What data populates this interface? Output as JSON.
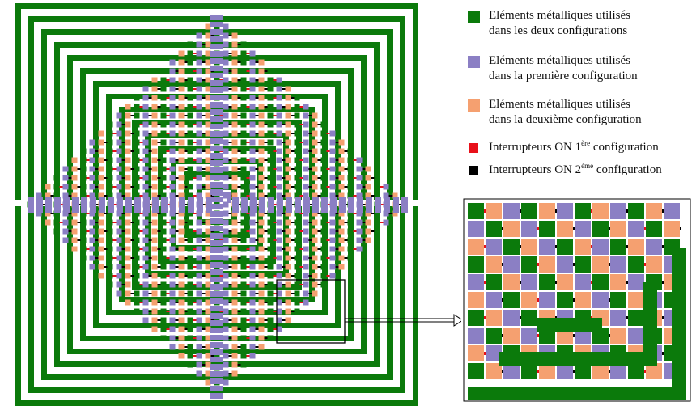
{
  "colors": {
    "both": "#0b7a0b",
    "first": "#8b7fc4",
    "second": "#f5a070",
    "switch_on_first": "#e8101a",
    "switch_on_second": "#000000",
    "background": "#ffffff"
  },
  "legend": [
    {
      "swatch": "both",
      "line1": "Eléments métalliques utilisés",
      "line2": "dans les deux configurations"
    },
    {
      "swatch": "first",
      "line1": "Eléments métalliques utilisés",
      "line2": "dans la première configuration"
    },
    {
      "swatch": "second",
      "line1": "Eléments métalliques utilisés",
      "line2": "dans la deuxième configuration"
    },
    {
      "swatch": "switch_on_first",
      "prefix": "Interrupteurs ON 1",
      "sup": "ère",
      "suffix": " configuration"
    },
    {
      "swatch": "switch_on_second",
      "prefix": "Interrupteurs ON 2",
      "sup": "ème",
      "suffix": " configuration"
    }
  ]
}
